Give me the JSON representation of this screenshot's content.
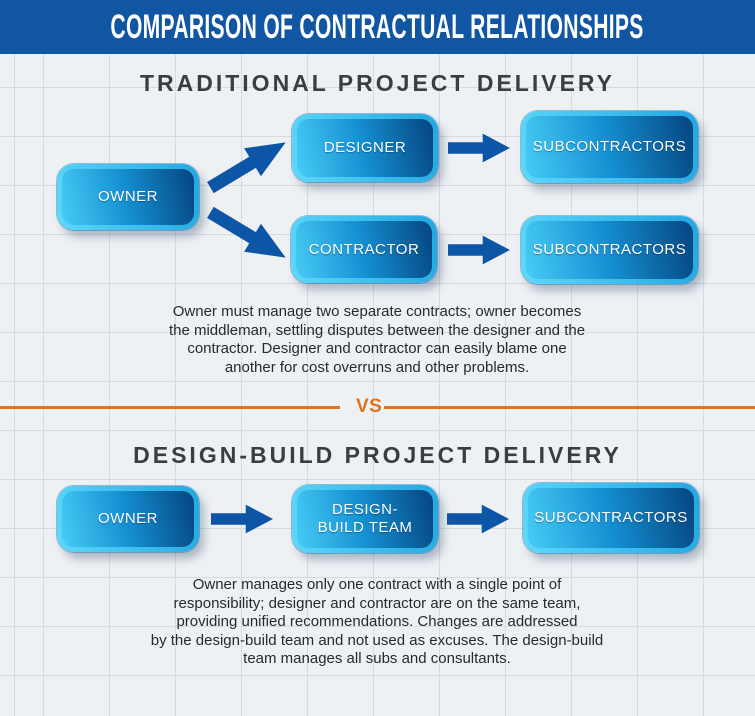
{
  "banner": {
    "title": "COMPARISON OF CONTRACTUAL RELATIONSHIPS"
  },
  "colors": {
    "banner_blue": "#1156a3",
    "arrow_blue": "#0d56a7",
    "node_gradient_light": "#47cbf5",
    "node_gradient_dark": "#05457f",
    "node_ring": "#2fb7ec",
    "divider_orange": "#e0721f",
    "heading_charcoal": "#3a3d43",
    "grid_background": "#eef1f4"
  },
  "icons": {
    "arrow_right": "block-arrow-right",
    "arrow_up_right": "block-arrow-up-right",
    "arrow_down_right": "block-arrow-down-right"
  },
  "sections": {
    "traditional": {
      "heading": "TRADITIONAL PROJECT DELIVERY",
      "nodes": {
        "owner": "OWNER",
        "designer": "DESIGNER",
        "contractor": "CONTRACTOR",
        "subcontractors1": "SUBCONTRACTORS",
        "subcontractors2": "SUBCONTRACTORS"
      },
      "description": "Owner must manage two separate contracts; owner becomes\nthe middleman, settling disputes between the designer and the\ncontractor. Designer and contractor can easily blame one\nanother for cost overruns and other problems."
    },
    "divider": {
      "label": "VS"
    },
    "design_build": {
      "heading": "DESIGN-BUILD PROJECT DELIVERY",
      "nodes": {
        "owner": "OWNER",
        "design_build_team": "DESIGN-BUILD TEAM",
        "subcontractors": "SUBCONTRACTORS"
      },
      "description": "Owner manages only one contract with a single point of\nresponsibility; designer and contractor are on the same team,\nproviding unified recommendations. Changes are addressed\nby the design-build team and not used as excuses. The design-build\nteam manages all subs and consultants."
    }
  }
}
